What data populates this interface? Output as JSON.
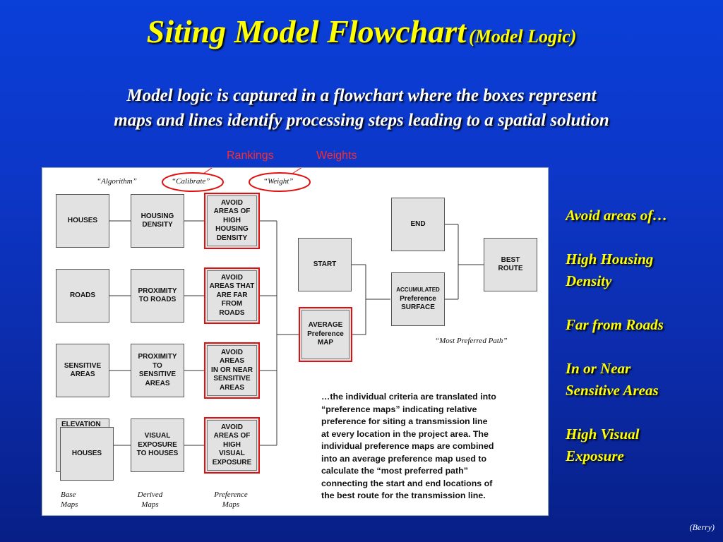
{
  "title": {
    "main": "Siting Model Flowchart",
    "sub": "(Model Logic)"
  },
  "subtitle": {
    "line1": "Model logic is captured in a flowchart where the boxes represent",
    "line2": "maps and lines identify processing steps leading to a spatial solution"
  },
  "labels": {
    "rankings": "Rankings",
    "weights": "Weights"
  },
  "flowchart": {
    "header_algorithm": "“Algorithm”",
    "header_calibrate": "“Calibrate”",
    "header_weight": "“Weight”",
    "base": [
      "HOUSES",
      "ROADS",
      "SENSITIVE\nAREAS",
      "HOUSES"
    ],
    "base_elevation": "ELEVATION",
    "derived": [
      "HOUSING\nDENSITY",
      "PROXIMITY\nTO ROADS",
      "PROXIMITY\nTO\nSENSITIVE\nAREAS",
      "VISUAL\nEXPOSURE\nTO HOUSES"
    ],
    "preference": [
      "AVOID\nAREAS OF\nHIGH\nHOUSING\nDENSITY",
      "AVOID\nAREAS THAT\nARE FAR\nFROM\nROADS",
      "AVOID\nAREAS\nIN OR NEAR\nSENSITIVE\nAREAS",
      "AVOID\nAREAS OF\nHIGH\nVISUAL\nEXPOSURE"
    ],
    "average": "AVERAGE\nPreference\nMAP",
    "start": "START",
    "end": "END",
    "accumulated_1": "ACCUMULATED",
    "accumulated_2": "Preference\nSURFACE",
    "best_route": "BEST\nROUTE",
    "most_preferred": "“Most Preferred Path”",
    "footer_base": "Base\nMaps",
    "footer_derived": "Derived\nMaps",
    "footer_preference": "Preference\nMaps",
    "paragraph": [
      "…the individual criteria are translated into",
      "“preference maps” indicating relative",
      "preference for siting a transmission line",
      "at every location in the project area.  The",
      "individual preference maps are combined",
      "into an average preference map used to",
      "calculate the “most preferred path”",
      "connecting the start and end locations of",
      "the best route for the transmission line."
    ]
  },
  "right_list": {
    "intro": "Avoid areas of…",
    "items": [
      [
        "High Housing",
        "Density"
      ],
      [
        "Far from Roads"
      ],
      [
        "In or Near",
        "Sensitive Areas"
      ],
      [
        "High Visual",
        "Exposure"
      ]
    ]
  },
  "credit": "(Berry)",
  "colors": {
    "background": "#0d36c6",
    "title": "#ffff00",
    "accent_red": "#e01010"
  }
}
